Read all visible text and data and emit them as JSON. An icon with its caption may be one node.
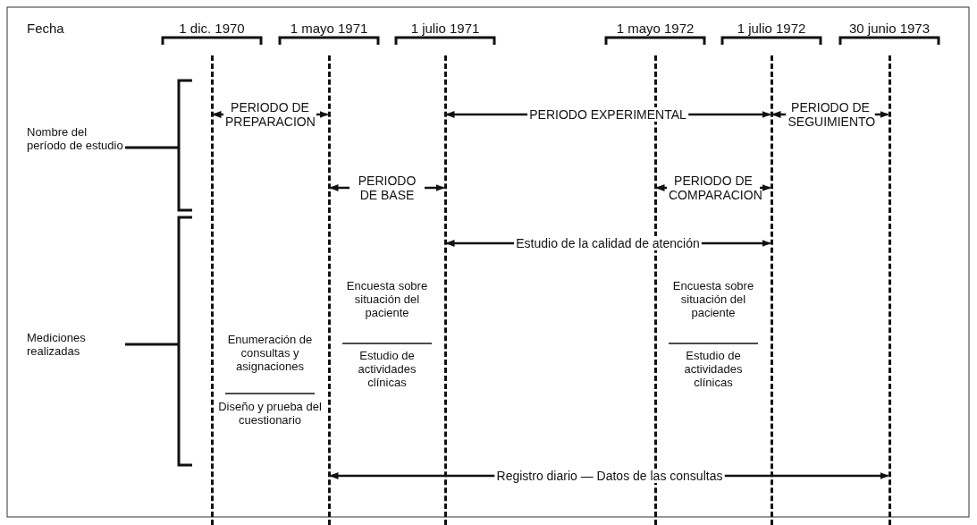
{
  "diagram": {
    "nodes": [
      {
        "text": [],
        "shape": "line",
        "beside": [
          "1 dic. 1970"
        ]
      },
      {
        "text": [],
        "shape": "line",
        "beside": [
          "1 mayo 1971"
        ]
      },
      {
        "text": [],
        "shape": "line",
        "beside": [
          "1 julio 1971"
        ]
      },
      {
        "text": [],
        "shape": "line",
        "beside": [
          "1 mayo 1972"
        ]
      },
      {
        "text": [],
        "shape": "line",
        "beside": [
          "1 julio 1972"
        ]
      },
      {
        "text": [],
        "shape": "line",
        "beside": [
          "30 junio 1973"
        ]
      },
      {
        "text": [
          "PERIODO DE PREPARACION"
        ]
      },
      {
        "text": [
          "PERIODO EXPERIMENTAL"
        ]
      },
      {
        "text": [
          "PERIODO DE SEGUIMIENTO"
        ]
      },
      {
        "text": [
          "PERIODO DE BASE"
        ]
      },
      {
        "text": [
          "PERIODO DE COMPARACION"
        ]
      },
      {
        "text": [
          "Estudio de la calidad de atención"
        ]
      },
      {
        "text": [
          "Registro diario — Datos de las consultas"
        ]
      }
    ],
    "edges": [
      {
        "from": 6,
        "to": 0,
        "arrow": "to"
      },
      {
        "from": 6,
        "to": 1,
        "arrow": "to"
      },
      {
        "from": 7,
        "to": 2,
        "arrow": "to"
      },
      {
        "from": 7,
        "to": 4,
        "arrow": "to"
      },
      {
        "from": 8,
        "to": 4,
        "arrow": "to"
      },
      {
        "from": 8,
        "to": 5,
        "arrow": "to"
      },
      {
        "from": 9,
        "to": 1,
        "arrow": "to"
      },
      {
        "from": 9,
        "to": 2,
        "arrow": "to"
      },
      {
        "from": 10,
        "to": 3,
        "arrow": "to"
      },
      {
        "from": 10,
        "to": 4,
        "arrow": "to"
      },
      {
        "from": 11,
        "to": 2,
        "arrow": "to"
      },
      {
        "from": 11,
        "to": 4,
        "arrow": "to"
      },
      {
        "from": 12,
        "to": 1,
        "arrow": "to"
      },
      {
        "from": 12,
        "to": 5,
        "arrow": "to"
      }
    ],
    "labels": [
      "Fecha",
      "Nombre del período de estudio",
      "Mediciones realizadas",
      "Encuesta sobre situación del paciente",
      "Encuesta sobre situación del paciente",
      "Enumeración de consultas y asignaciones",
      "Estudio de actividades clínicas",
      "Estudio de actividades clínicas",
      "Diseño y prueba del cuestionario"
    ]
  }
}
